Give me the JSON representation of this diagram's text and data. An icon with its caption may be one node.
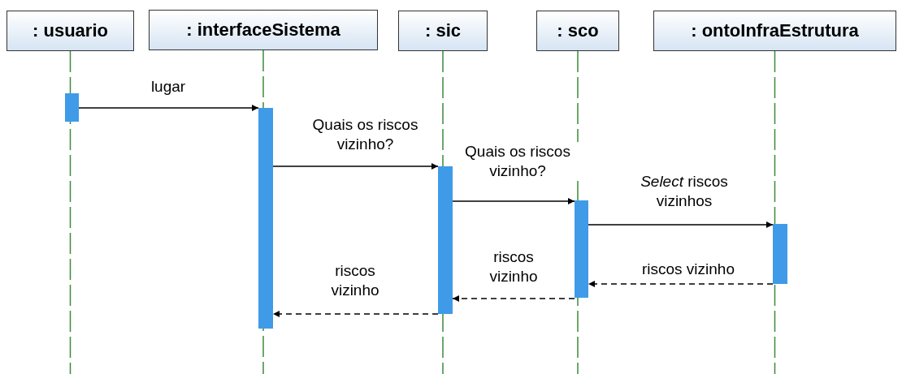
{
  "diagram": {
    "nodes": [
      {
        "text": [
          ": usuario"
        ]
      },
      {
        "text": [
          ": interfaceSistema"
        ]
      },
      {
        "text": [
          ": sic"
        ]
      },
      {
        "text": [
          ": sco"
        ]
      },
      {
        "text": [
          ": ontoInfraEstrutura"
        ]
      },
      {
        "text": [],
        "shape": "bar"
      },
      {
        "text": [],
        "shape": "bar"
      },
      {
        "text": [],
        "shape": "bar"
      },
      {
        "text": [],
        "shape": "bar"
      },
      {
        "text": [],
        "shape": "bar"
      }
    ],
    "edges": [
      {
        "from": 5,
        "to": 6,
        "arrow": "to",
        "label": "lugar"
      },
      {
        "from": 6,
        "to": 7,
        "arrow": "to",
        "label": "Quais os riscos vizinho?"
      },
      {
        "from": 7,
        "to": 8,
        "arrow": "to",
        "label": "Quais os riscos vizinho?"
      },
      {
        "from": 8,
        "to": 9,
        "arrow": "to",
        "label": "*Select* riscos vizinhos"
      },
      {
        "from": 9,
        "to": 8,
        "arrow": "to",
        "label": "riscos vizinho",
        "style": "dashed"
      },
      {
        "from": 8,
        "to": 7,
        "arrow": "to",
        "label": "riscos vizinho",
        "style": "dashed"
      },
      {
        "from": 7,
        "to": 6,
        "arrow": "to",
        "label": "riscos vizinho",
        "style": "dashed"
      }
    ]
  }
}
